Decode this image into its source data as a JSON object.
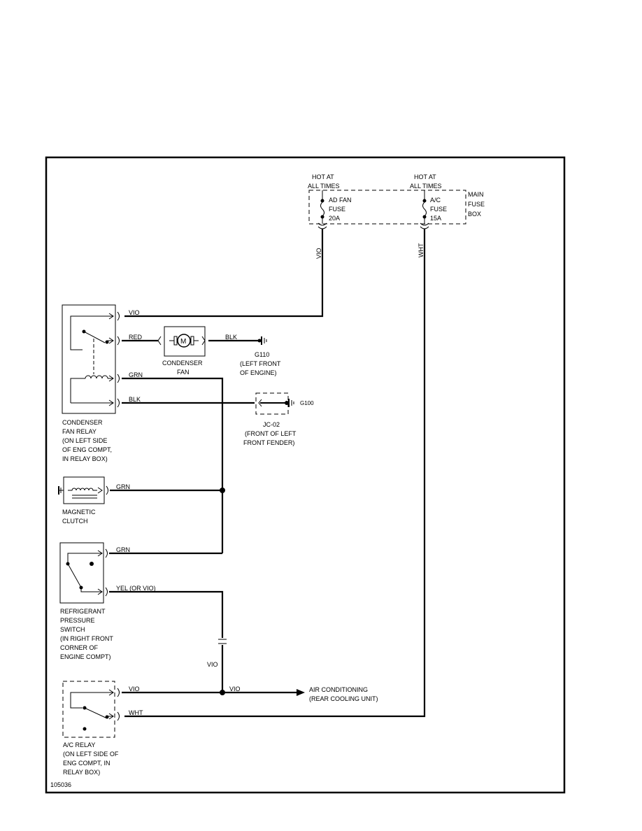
{
  "diagram_id": "105036",
  "fuse_box": {
    "label": [
      "MAIN",
      "FUSE",
      "BOX"
    ],
    "left": {
      "hot_label": [
        "HOT AT",
        "ALL TIMES"
      ],
      "fuse_lines": [
        "AD FAN",
        "FUSE",
        "20A"
      ]
    },
    "right": {
      "hot_label": [
        "HOT AT",
        "ALL TIMES"
      ],
      "fuse_lines": [
        "A/C",
        "FUSE",
        "15A"
      ]
    }
  },
  "wires": {
    "vio_vertical": "VIO",
    "wht_vertical": "WHT",
    "relay_vio": "VIO",
    "relay_red": "RED",
    "fan_blk": "BLK",
    "relay_grn": "GRN",
    "relay_blk": "BLK",
    "clutch_grn": "GRN",
    "switch_grn": "GRN",
    "switch_yel": "YEL (OR VIO)",
    "vio_vertical_lower": "VIO",
    "ac_relay_vio": "VIO",
    "ac_out_vio": "VIO",
    "ac_relay_wht": "WHT"
  },
  "components": {
    "condenser_fan": {
      "symbol": "M",
      "label": [
        "CONDENSER",
        "FAN"
      ]
    },
    "g110": {
      "label": [
        "G110",
        "(LEFT FRONT",
        "OF ENGINE)"
      ]
    },
    "g100": {
      "label": "G100"
    },
    "jc02": {
      "label": [
        "JC-02",
        "(FRONT OF LEFT",
        "FRONT FENDER)"
      ]
    },
    "condenser_fan_relay": {
      "label": [
        "CONDENSER",
        "FAN RELAY",
        "(ON LEFT SIDE",
        "OF ENG COMPT,",
        "IN RELAY BOX)"
      ]
    },
    "magnetic_clutch": {
      "label": [
        "MAGNETIC",
        "CLUTCH"
      ]
    },
    "refrigerant_switch": {
      "label": [
        "REFRIGERANT",
        "PRESSURE",
        "SWITCH",
        "(IN RIGHT FRONT",
        "CORNER OF",
        "ENGINE COMPT)"
      ]
    },
    "ac_relay": {
      "label": [
        "A/C RELAY",
        "(ON LEFT SIDE OF",
        "ENG COMPT, IN",
        "RELAY BOX)"
      ]
    },
    "air_conditioning": {
      "label": [
        "AIR CONDITIONING",
        "(REAR COOLING UNIT)"
      ]
    }
  }
}
